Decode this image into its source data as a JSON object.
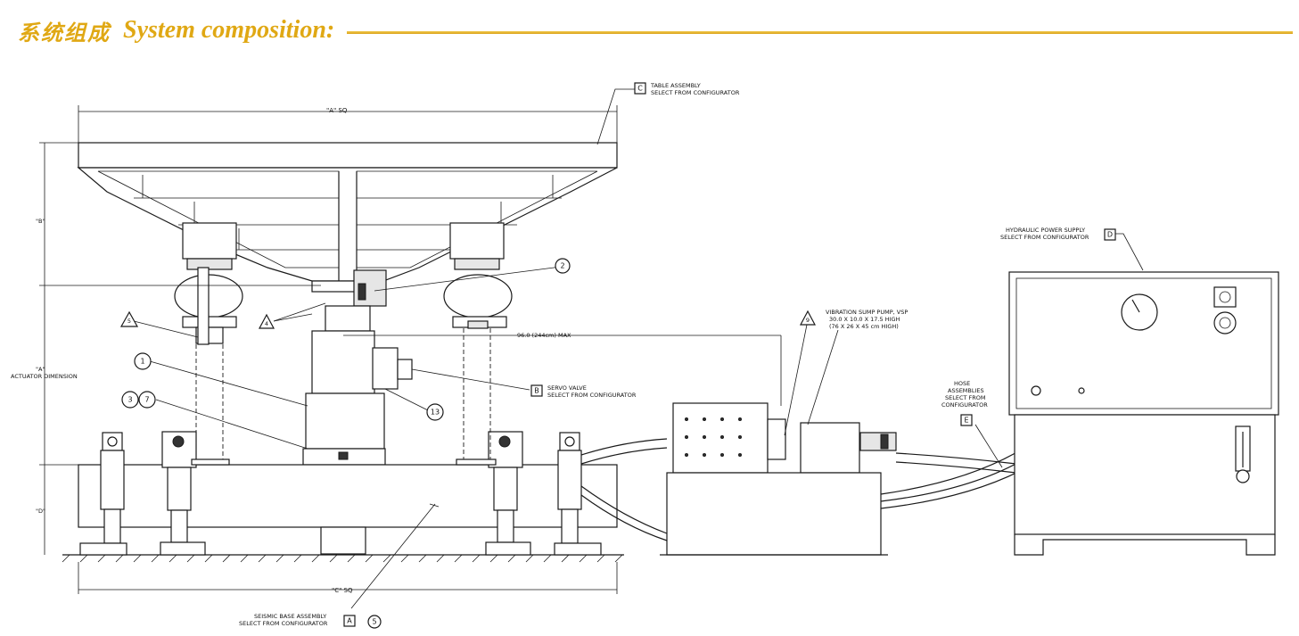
{
  "header": {
    "title_cn": "系统组成",
    "title_en": "System composition:"
  },
  "labels": {
    "table_assembly_line1": "TABLE ASSEMBLY",
    "table_assembly_line2": "SELECT FROM CONFIGURATOR",
    "table_assembly_tag": "C",
    "dim_a_sq": "\"A\" SQ",
    "dim_b": "\"B\"",
    "dim_actuator_line1": "\"A\"",
    "dim_actuator_line2": "ACTUATOR DIMENSION",
    "dim_d": "\"D\"",
    "dim_c_sq": "\"C\" SQ",
    "max_length": "96.0 (244cm) MAX",
    "servo_valve_line1": "SERVO VALVE",
    "servo_valve_line2": "SELECT FROM CONFIGURATOR",
    "servo_valve_tag": "B",
    "vsp_line1": "VIBRATION SUMP PUMP, VSP",
    "vsp_line2": "30.0 X 10.0 X 17.5 HIGH",
    "vsp_line3": "(76 X 26 X 45 cm HIGH)",
    "hps_line1": "HYDRAULIC POWER SUPPLY",
    "hps_line2": "SELECT FROM CONFIGURATOR",
    "hps_tag": "D",
    "hose_line1": "HOSE",
    "hose_line2": "ASSEMBLIES",
    "hose_line3": "SELECT FROM",
    "hose_line4": "CONFIGURATOR",
    "hose_tag": "E",
    "seismic_line1": "SEISMIC BASE ASSEMBLY",
    "seismic_line2": "SELECT FROM CONFIGURATOR",
    "seismic_tag": "A",
    "balloon_1": "1",
    "balloon_2": "2",
    "balloon_3": "3",
    "balloon_7": "7",
    "balloon_13": "13",
    "balloon_4": "4",
    "balloon_5": "5",
    "balloon_9": "9"
  }
}
